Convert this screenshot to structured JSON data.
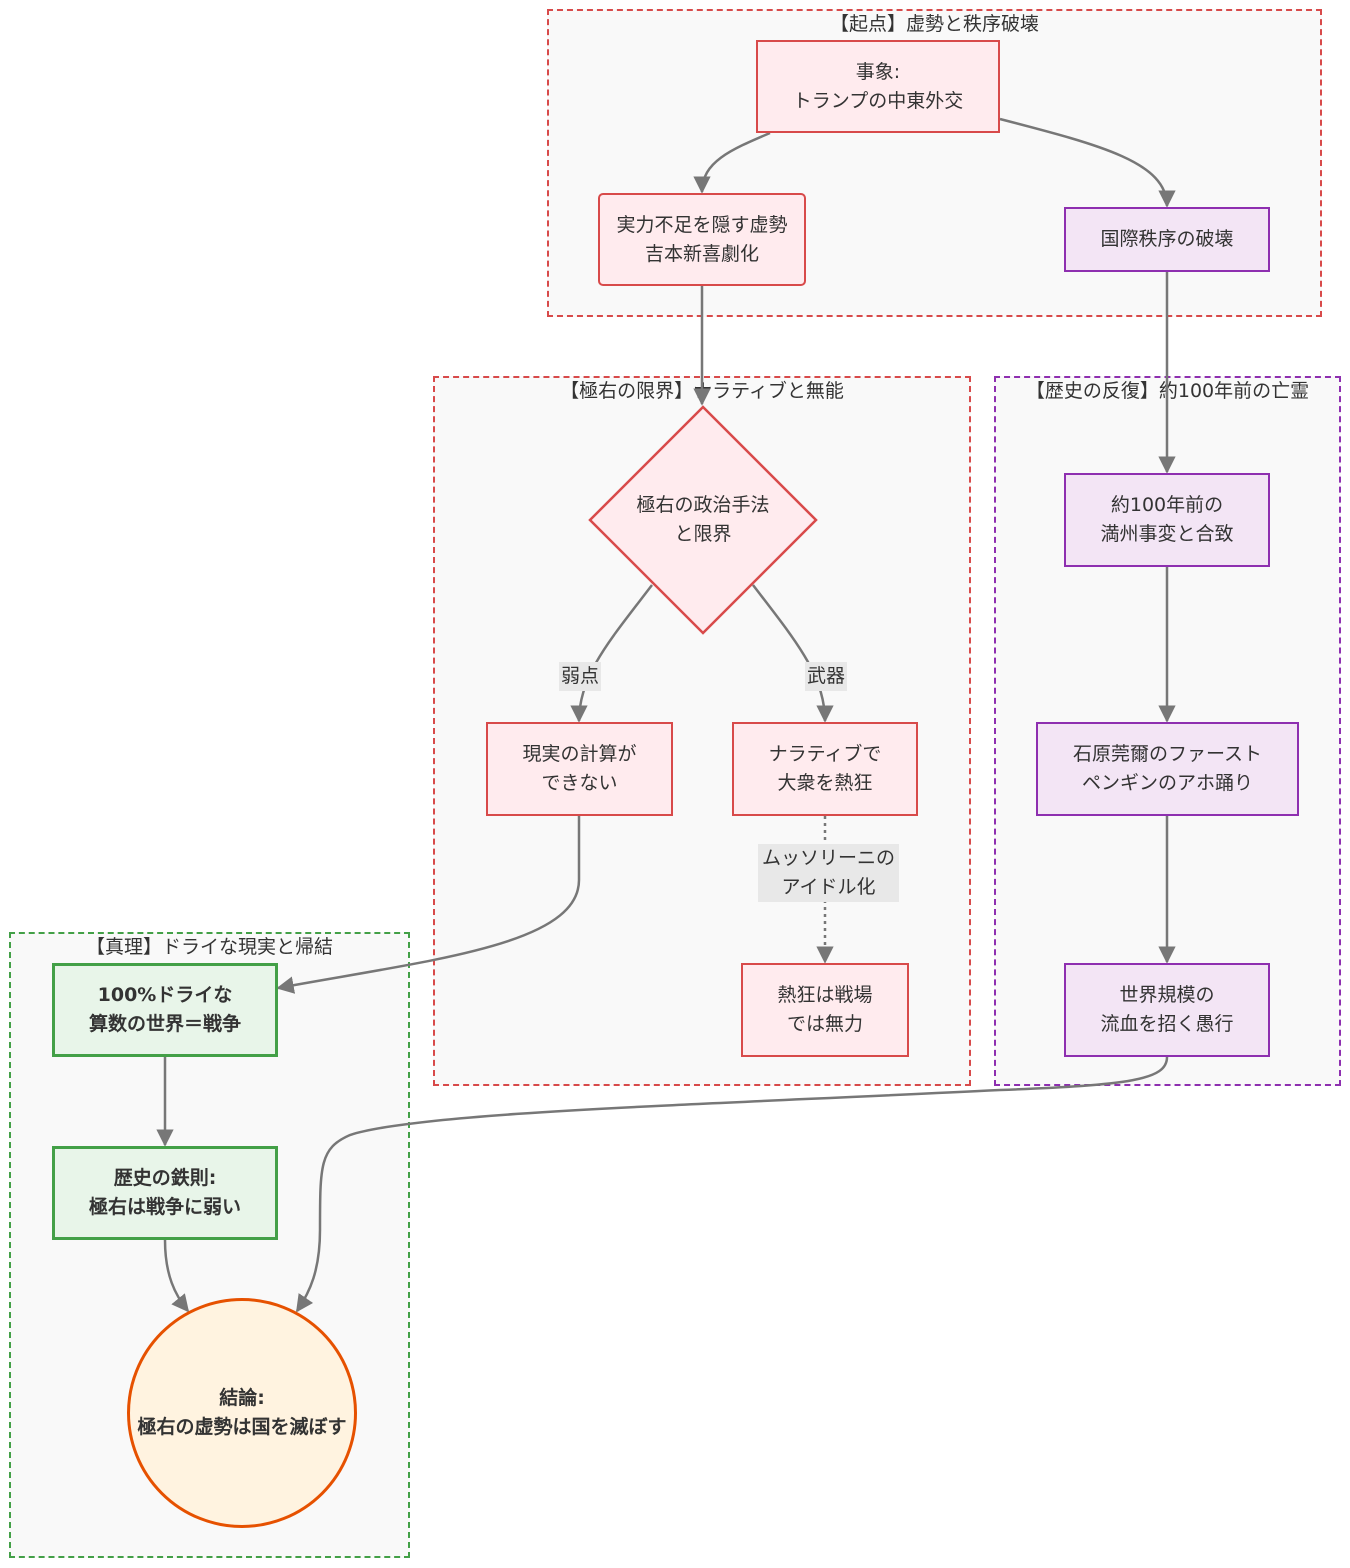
{
  "clusters": {
    "origin": {
      "title": "【起点】虚勢と秩序破壊"
    },
    "far_right": {
      "title": "【極右の限界】ナラティブと無能"
    },
    "history": {
      "title": "【歴史の反復】約100年前の亡霊"
    },
    "truth": {
      "title": "【真理】ドライな現実と帰結"
    }
  },
  "nodes": {
    "event": {
      "line1": "事象:",
      "line2": "トランプの中東外交"
    },
    "bluff": {
      "line1": "実力不足を隠す虚勢",
      "line2": "吉本新喜劇化"
    },
    "order": {
      "line1": "国際秩序の破壊"
    },
    "method": {
      "line1": "極右の政治手法",
      "line2": "と限界"
    },
    "calc": {
      "line1": "現実の計算が",
      "line2": "できない"
    },
    "narrative": {
      "line1": "ナラティブで",
      "line2": "大衆を熱狂"
    },
    "powerless": {
      "line1": "熱狂は戦場",
      "line2": "では無力"
    },
    "manchuria": {
      "line1": "約100年前の",
      "line2": "満州事変と合致"
    },
    "ishiwara": {
      "line1": "石原莞爾のファースト",
      "line2": "ペンギンのアホ踊り"
    },
    "bloodshed": {
      "line1": "世界規模の",
      "line2": "流血を招く愚行"
    },
    "dry": {
      "line1": "100%ドライな",
      "line2": "算数の世界＝戦争"
    },
    "iron_law": {
      "line1": "歴史の鉄則:",
      "line2": "極右は戦争に弱い"
    },
    "conclusion": {
      "line1": "結論:",
      "line2": "極右の虚勢は国を滅ぼす"
    }
  },
  "edge_labels": {
    "weakness": "弱点",
    "weapon": "武器",
    "mussolini_line1": "ムッソリーニの",
    "mussolini_line2": "アイドル化"
  },
  "colors": {
    "red_fill": "#ffebee",
    "red_stroke": "#d84a4a",
    "purple_fill": "#f3e5f5",
    "purple_stroke": "#8e2fb0",
    "green_fill": "#e8f5e9",
    "green_stroke": "#43a047",
    "orange_fill": "#fff3e0",
    "orange_stroke": "#e65100",
    "edge": "#777777"
  }
}
